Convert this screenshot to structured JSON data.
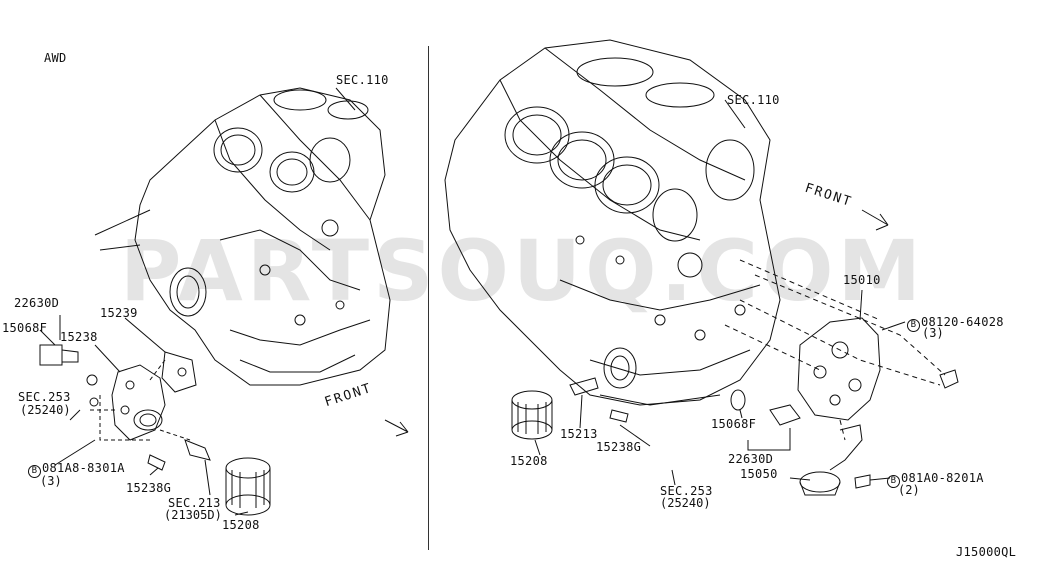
{
  "left_panel": {
    "variant_label": "AWD",
    "sec_block": "SEC.110",
    "part_22630d": "22630D",
    "part_15068f": "15068F",
    "part_15238": "15238",
    "part_15239": "15239",
    "sec_253": "SEC.253",
    "sec_253_sub": "(25240)",
    "bolt_ref": "081A8-8301A",
    "bolt_qty": "(3)",
    "part_15238g": "15238G",
    "sec_213": "SEC.213",
    "sec_213_sub": "(21305D)",
    "part_15208": "15208",
    "front_label": "FRONT"
  },
  "right_panel": {
    "sec_block": "SEC.110",
    "front_label": "FRONT",
    "part_15010": "15010",
    "bolt_ref": "08120-64028",
    "bolt_qty": "(3)",
    "part_15213": "15213",
    "part_15208": "15208",
    "part_15238g": "15238G",
    "part_15068f": "15068F",
    "part_22630d": "22630D",
    "part_15050": "15050",
    "bolt2_ref": "081A0-8201A",
    "bolt2_qty": "(2)",
    "sec_253": "SEC.253",
    "sec_253_sub": "(25240)"
  },
  "bolt_symbol": "B",
  "diagram_code": "J15000QL",
  "watermark": "PARTSOUQ.COM"
}
